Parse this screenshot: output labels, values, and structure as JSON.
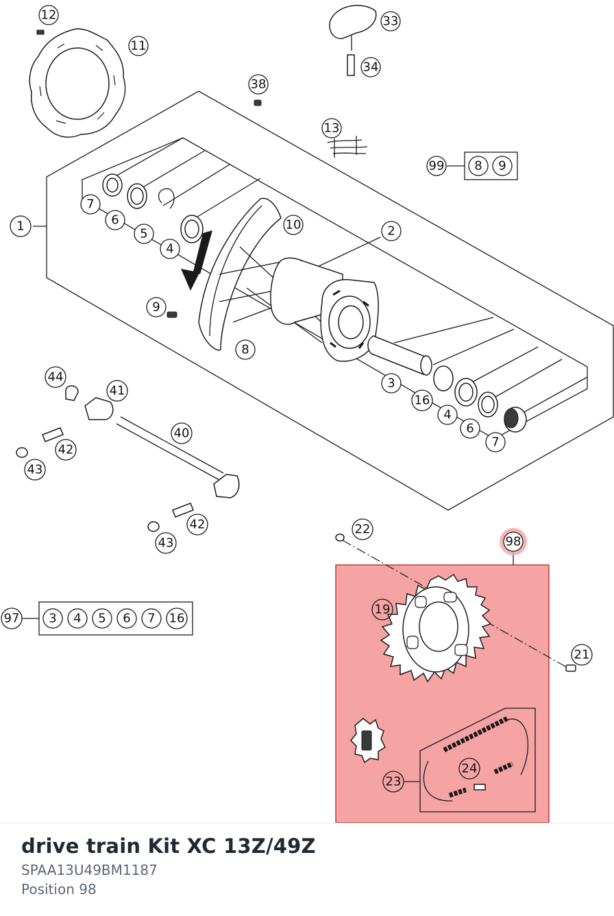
{
  "diagram": {
    "callouts": {
      "c12": "12",
      "c11": "11",
      "c33": "33",
      "c34": "34",
      "c38": "38",
      "c13": "13",
      "c99": "99",
      "c99a": "8",
      "c99b": "9",
      "c1": "1",
      "c7a": "7",
      "c6a": "6",
      "c5": "5",
      "c4a": "4",
      "c10": "10",
      "c2": "2",
      "c9": "9",
      "c8": "8",
      "c3": "3",
      "c16": "16",
      "c4b": "4",
      "c6b": "6",
      "c7b": "7",
      "c44": "44",
      "c41": "41",
      "c40": "40",
      "c42a": "42",
      "c43a": "43",
      "c42b": "42",
      "c43b": "43",
      "c22": "22",
      "c98": "98",
      "c19": "19",
      "c21": "21",
      "c24": "24",
      "c23": "23",
      "c97": "97",
      "k97a": "3",
      "k97b": "4",
      "k97c": "5",
      "k97d": "6",
      "k97e": "7",
      "k97f": "16"
    },
    "highlight_color": "#f6a3a3",
    "highlight_border": "#c23b3b"
  },
  "part": {
    "name": "drive train Kit XC 13Z/49Z",
    "sku": "SPAA13U49BM1187",
    "position": "Position 98"
  }
}
